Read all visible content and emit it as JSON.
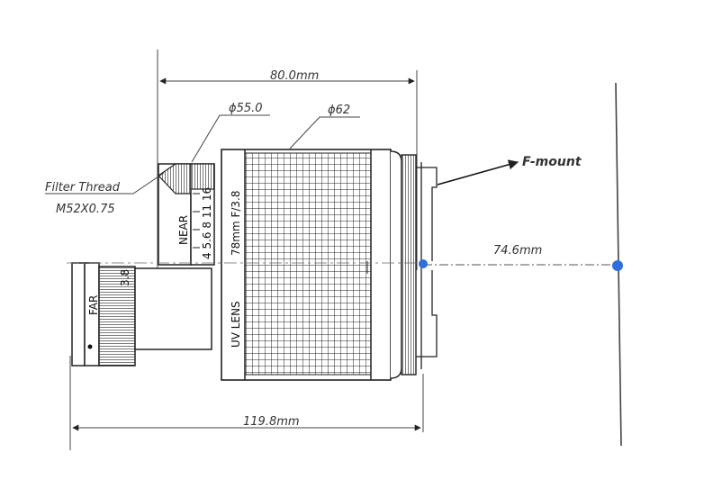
{
  "dimensions": {
    "top_length": "80.0mm",
    "total_length": "119.8mm",
    "flange_distance": "74.6mm",
    "filter_diameter": "ϕ55.0",
    "body_diameter": "ϕ62"
  },
  "labels": {
    "filter_thread": "Filter Thread",
    "thread_spec": "M52X0.75",
    "mount": "F-mount"
  },
  "engraving": {
    "lens_name": "UV LENS",
    "focal_aperture": "78mm F/3.8",
    "near": "NEAR",
    "far": "FAR",
    "scale": "4 5.6 8 11 16",
    "far_scale": "3.8"
  }
}
